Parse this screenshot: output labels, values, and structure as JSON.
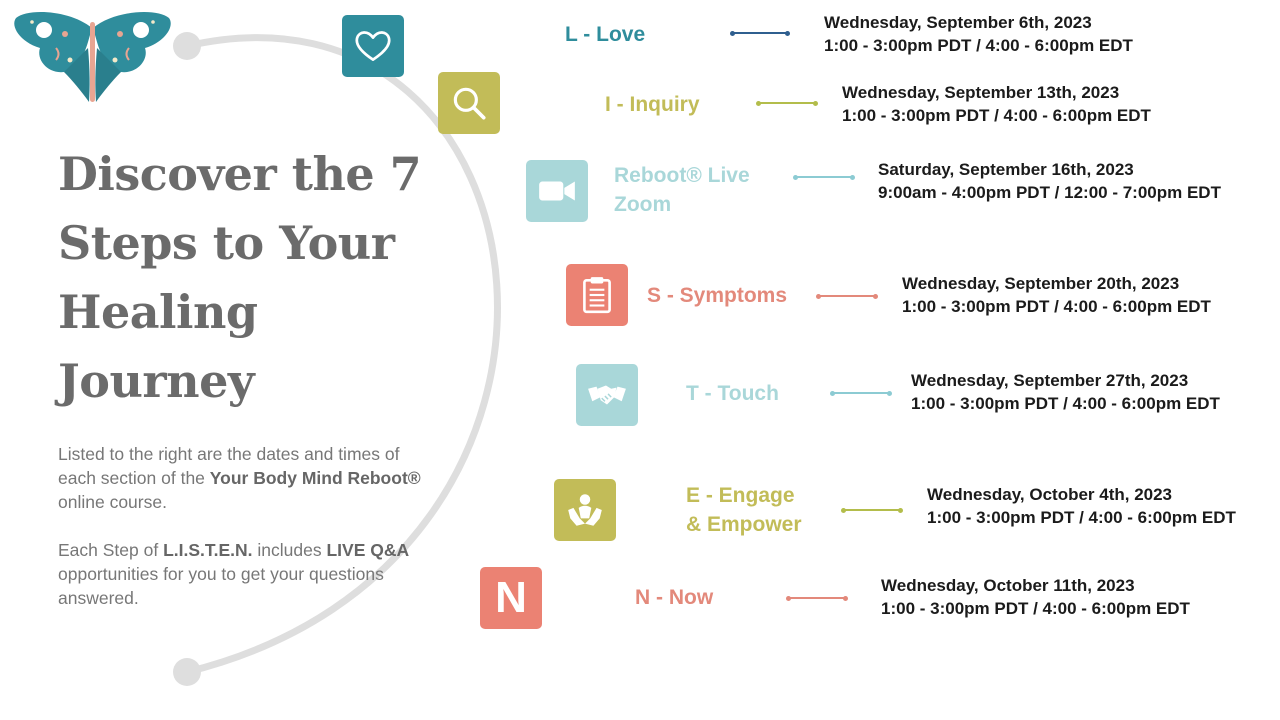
{
  "headline": "Discover the 7 Steps to Your Healing Journey",
  "intro": {
    "p1_text1": "Listed to the right are the dates and times of each section of the ",
    "p1_bold": "Your Body Mind Reboot®",
    "p1_text2": " online course.",
    "p2_text1": "Each Step of ",
    "p2_bold1": "L.I.S.T.E.N.",
    "p2_text2": " includes ",
    "p2_bold2": "LIVE Q&A",
    "p2_text3": " opportunities for you to get your questions answered."
  },
  "colors": {
    "arc": "#dedede",
    "teal": "#2f8d9c",
    "olive": "#c2bc58",
    "aqua": "#a9d7d9",
    "coral": "#eb8273",
    "label_love": "#2f8d9c",
    "label_inquiry": "#c2bc58",
    "label_reboot": "#a9d7d9",
    "label_symptoms": "#e3897b",
    "label_touch": "#a9d7d9",
    "label_engage": "#c2bc58",
    "label_now": "#e3897b",
    "conn_love": "#2f5f8f",
    "conn_inquiry": "#b3bd4b",
    "conn_reboot": "#8ccbd3",
    "conn_symptoms": "#e3897b",
    "conn_touch": "#8ccbd3",
    "conn_engage": "#b3bd4b",
    "conn_now": "#e3897b"
  },
  "steps": [
    {
      "icon": "heart-icon",
      "label_line1": "L - Love",
      "label_line2": "",
      "date": "Wednesday, September 6th, 2023",
      "time": "1:00 - 3:00pm PDT / 4:00 - 6:00pm EDT"
    },
    {
      "icon": "search-icon",
      "label_line1": "I - Inquiry",
      "label_line2": "",
      "date": "Wednesday, September 13th, 2023",
      "time": "1:00 - 3:00pm PDT / 4:00 - 6:00pm EDT"
    },
    {
      "icon": "video-camera-icon",
      "label_line1": "Reboot® Live",
      "label_line2": "Zoom",
      "date": "Saturday, September 16th, 2023",
      "time": "9:00am - 4:00pm PDT / 12:00 - 7:00pm EDT"
    },
    {
      "icon": "clipboard-icon",
      "label_line1": "S - Symptoms",
      "label_line2": "",
      "date": "Wednesday, September 20th, 2023",
      "time": "1:00 - 3:00pm PDT / 4:00 - 6:00pm EDT"
    },
    {
      "icon": "handshake-icon",
      "label_line1": "T - Touch",
      "label_line2": "",
      "date": "Wednesday, September 27th, 2023",
      "time": "1:00 - 3:00pm PDT / 4:00 - 6:00pm EDT"
    },
    {
      "icon": "hands-person-icon",
      "label_line1": "E - Engage",
      "label_line2": "& Empower",
      "date": "Wednesday, October 4th, 2023",
      "time": "1:00 - 3:00pm PDT / 4:00 - 6:00pm EDT"
    },
    {
      "icon": "letter-n-icon",
      "icon_text": "N",
      "label_line1": "N - Now",
      "label_line2": "",
      "date": "Wednesday, October 11th, 2023",
      "time": "1:00 - 3:00pm PDT / 4:00 - 6:00pm EDT"
    }
  ]
}
